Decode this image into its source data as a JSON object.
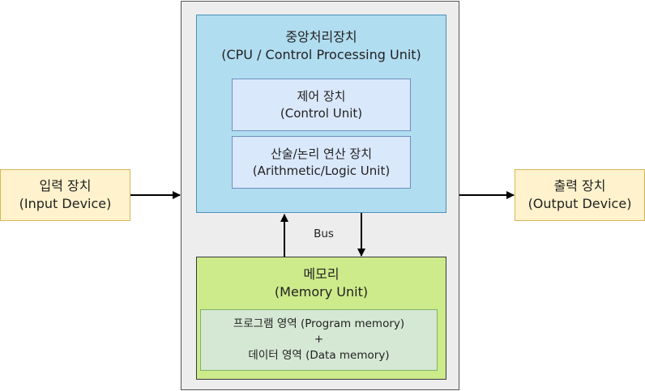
{
  "cpu": {
    "title": "중앙처리장치",
    "subtitle": "(CPU / Control Processing Unit)",
    "control_unit": {
      "title": "제어 장치",
      "subtitle": "(Control Unit)"
    },
    "alu": {
      "title": "산술/논리 연산 장치",
      "subtitle": "(Arithmetic/Logic Unit)"
    }
  },
  "memory": {
    "title": "메모리",
    "subtitle": "(Memory Unit)",
    "program_memory": "프로그램 영역 (Program memory)",
    "plus": "+",
    "data_memory": "데이터 영역 (Data memory)"
  },
  "input_device": {
    "title": "입력 장치",
    "subtitle": "(Input Device)"
  },
  "output_device": {
    "title": "출력 장치",
    "subtitle": "(Output Device)"
  },
  "bus_label": "Bus",
  "colors": {
    "outer_fill": "#ededed",
    "cpu_fill": "#b1ddf0",
    "inner_unit_fill": "#dae8fc",
    "memory_fill": "#cdeb8b",
    "memory_inner_fill": "#d5e8d4",
    "io_fill": "#fff2cc"
  }
}
